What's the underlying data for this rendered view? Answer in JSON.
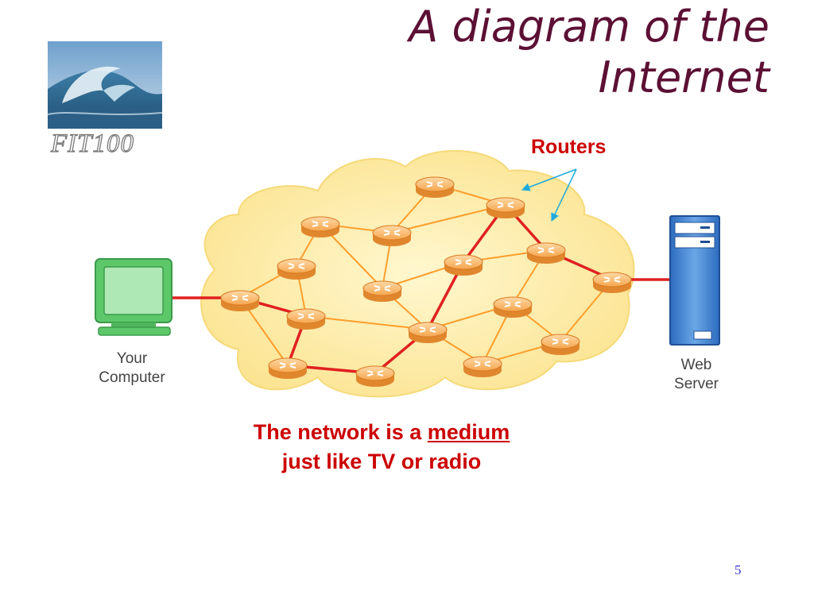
{
  "title": {
    "line1": "A diagram of the",
    "line2": "Internet"
  },
  "logo": {
    "text": "FIT100",
    "image": "ocean-wave-photo"
  },
  "routers_label": "Routers",
  "your_computer": {
    "line1": "Your",
    "line2": "Computer"
  },
  "web_server": {
    "line1": "Web",
    "line2": "Server"
  },
  "caption": {
    "part1": "The network is a ",
    "emphasis": "medium",
    "line2": "just like TV or radio"
  },
  "page_number": "5",
  "colors": {
    "title": "#5c1034",
    "accent_red": "#cc0000",
    "cloud": "#fff0b0",
    "router": "#f6a84e",
    "link": "#ff9e2c",
    "path": "#e02020",
    "arrow": "#1eaadc",
    "computer": "#5cc86a",
    "server": "#2e6fc2"
  },
  "icons": [
    "computer-icon",
    "server-icon",
    "router-icon"
  ]
}
